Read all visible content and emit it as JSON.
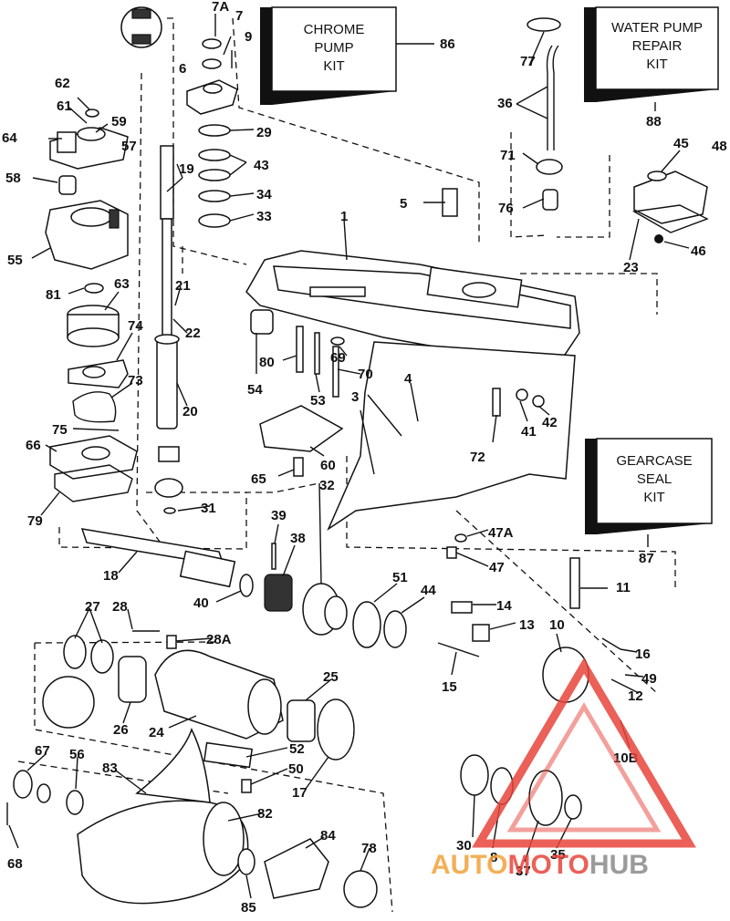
{
  "kits": {
    "chrome_pump": "CHROME\nPUMP\nKIT",
    "water_pump": "WATER PUMP\nREPAIR\nKIT",
    "gearcase_seal": "GEARCASE\nSEAL\nKIT"
  },
  "labels": {
    "p1": "1",
    "p3": "3",
    "p4": "4",
    "p5": "5",
    "p6": "6",
    "p7": "7",
    "p7a": "7A",
    "p8": "8",
    "p9": "9",
    "p10": "10",
    "p10b": "10B",
    "p11": "11",
    "p12": "12",
    "p13": "13",
    "p14": "14",
    "p15": "15",
    "p16": "16",
    "p17": "17",
    "p18": "18",
    "p19": "19",
    "p20": "20",
    "p21": "21",
    "p22": "22",
    "p23": "23",
    "p24": "24",
    "p25": "25",
    "p26": "26",
    "p27": "27",
    "p28": "28",
    "p28a": "28A",
    "p29": "29",
    "p30": "30",
    "p31": "31",
    "p32": "32",
    "p33": "33",
    "p34": "34",
    "p35": "35",
    "p36": "36",
    "p37": "37",
    "p38": "38",
    "p39": "39",
    "p40": "40",
    "p41": "41",
    "p42": "42",
    "p43": "43",
    "p44": "44",
    "p45": "45",
    "p46": "46",
    "p47": "47",
    "p47a": "47A",
    "p48": "48",
    "p49": "49",
    "p50": "50",
    "p51": "51",
    "p52": "52",
    "p53": "53",
    "p54": "54",
    "p55": "55",
    "p56": "56",
    "p57": "57",
    "p58": "58",
    "p59": "59",
    "p60": "60",
    "p61": "61",
    "p62": "62",
    "p63": "63",
    "p64": "64",
    "p65": "65",
    "p66": "66",
    "p67": "67",
    "p68": "68",
    "p69": "69",
    "p70": "70",
    "p71": "71",
    "p72": "72",
    "p73": "73",
    "p74": "74",
    "p75": "75",
    "p76": "76",
    "p77": "77",
    "p78": "78",
    "p79": "79",
    "p80": "80",
    "p81": "81",
    "p82": "82",
    "p83": "83",
    "p84": "84",
    "p85": "85",
    "p86": "86",
    "p87": "87",
    "p88": "88"
  },
  "watermark": {
    "part1": "AUTO",
    "part2": "MOTO",
    "part3": "HUB",
    "color_red": "#e8453c",
    "color_orange": "#f2a23a",
    "color_gray": "#8a8a8a"
  }
}
